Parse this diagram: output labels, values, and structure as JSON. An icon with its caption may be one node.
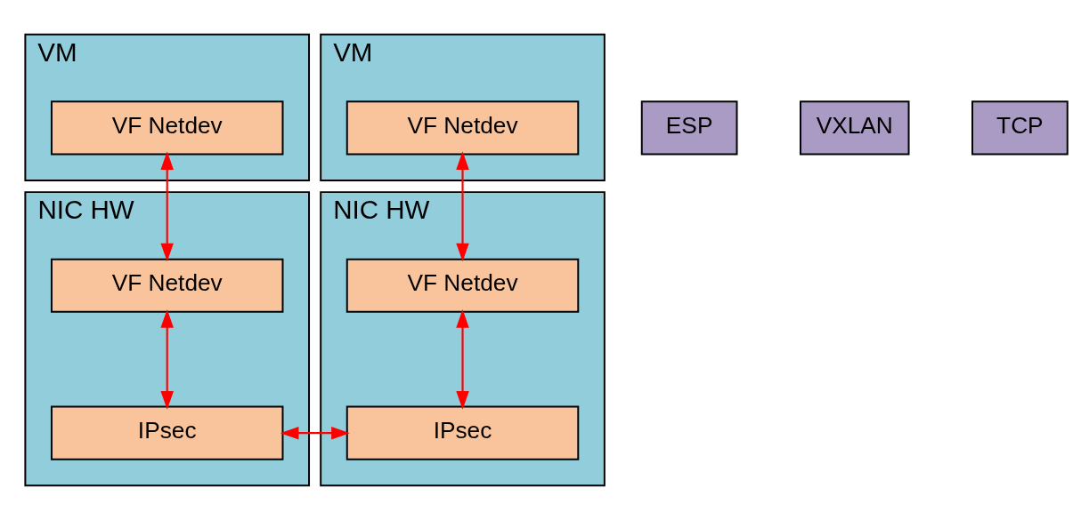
{
  "diagram": {
    "nodes": [
      {
        "text": [
          "VM"
        ]
      },
      {
        "text": [
          "VF Netdev"
        ],
        "in": 0
      },
      {
        "text": [
          "VM"
        ]
      },
      {
        "text": [
          "VF Netdev"
        ],
        "in": 2
      },
      {
        "text": [
          "NIC HW"
        ]
      },
      {
        "text": [
          "VF Netdev"
        ],
        "in": 4
      },
      {
        "text": [
          "IPsec"
        ],
        "in": 4
      },
      {
        "text": [
          "NIC HW"
        ]
      },
      {
        "text": [
          "VF Netdev"
        ],
        "in": 7
      },
      {
        "text": [
          "IPsec"
        ],
        "in": 7
      },
      {
        "text": [
          "ESP"
        ]
      },
      {
        "text": [
          "VXLAN"
        ]
      },
      {
        "text": [
          "TCP"
        ]
      }
    ],
    "edges": [
      {
        "from": 1,
        "to": 5,
        "arrow": "both"
      },
      {
        "from": 3,
        "to": 8,
        "arrow": "both"
      },
      {
        "from": 5,
        "to": 6,
        "arrow": "both"
      },
      {
        "from": 8,
        "to": 9,
        "arrow": "both"
      },
      {
        "from": 6,
        "to": 9,
        "arrow": "both"
      }
    ]
  }
}
